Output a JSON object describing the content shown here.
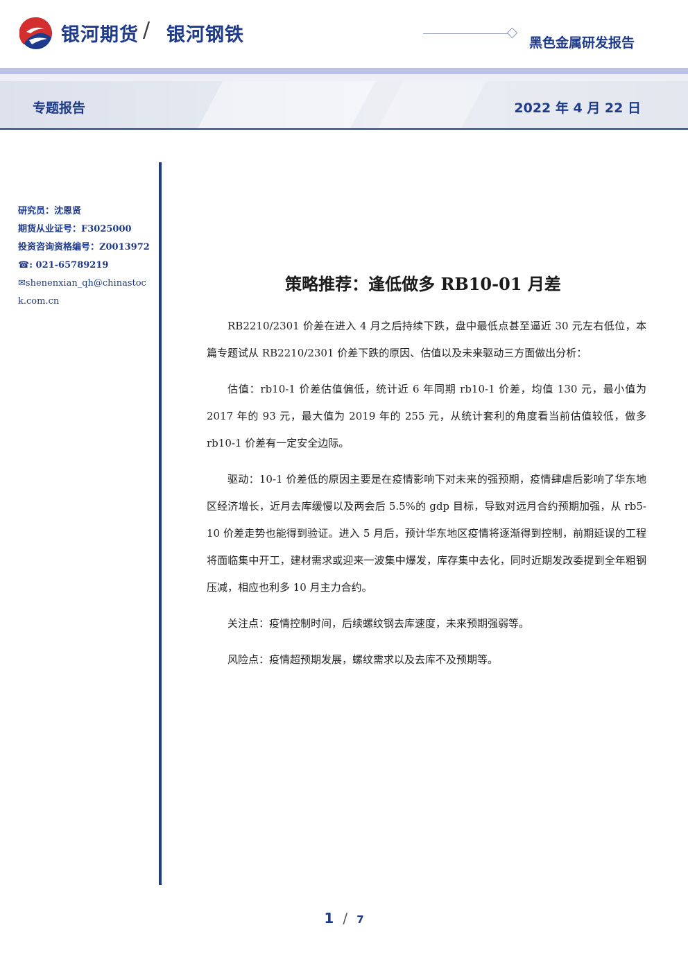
{
  "header": {
    "brand_primary": "银河期货",
    "brand_separator": "/",
    "brand_secondary": "银河钢铁",
    "report_type": "黑色金属研发报告"
  },
  "subheader": {
    "section_label": "专题报告",
    "date": "2022 年 4 月 22 日"
  },
  "sidebar": {
    "researcher": "研究员：沈恩贤",
    "license": "期货从业证号：F3025000",
    "consulting_id": "投资咨询资格编号：Z0013972",
    "phone_symbol": "☎",
    "phone": ": 021-65789219",
    "email_symbol": "✉",
    "email": "shenenxian_qh@chinastock.com.cn"
  },
  "article": {
    "title": "策略推荐：逢低做多 RB10-01 月差",
    "paragraphs": [
      "RB2210/2301 价差在进入 4 月之后持续下跌，盘中最低点甚至逼近 30 元左右低位，本篇专题试从 RB2210/2301 价差下跌的原因、估值以及未来驱动三方面做出分析：",
      "估值：rb10-1 价差估值偏低，统计近 6 年同期 rb10-1 价差，均值 130 元，最小值为 2017 年的 93 元，最大值为 2019 年的 255 元，从统计套利的角度看当前估值较低，做多 rb10-1 价差有一定安全边际。",
      "驱动：10-1 价差低的原因主要是在疫情影响下对未来的强预期，疫情肆虐后影响了华东地区经济增长，近月去库缓慢以及两会后 5.5%的 gdp 目标，导致对远月合约预期加强，从 rb5-10 价差走势也能得到验证。进入 5 月后，预计华东地区疫情将逐渐得到控制，前期延误的工程将面临集中开工，建材需求或迎来一波集中爆发，库存集中去化，同时近期发改委提到全年粗钢压减，相应也利多 10 月主力合约。",
      "关注点：疫情控制时间，后续螺纹钢去库速度，未来预期强弱等。",
      "风险点：疫情超预期发展，螺纹需求以及去库不及预期等。"
    ]
  },
  "footer": {
    "current_page": "1",
    "page_separator": "/",
    "total_pages": "7"
  },
  "colors": {
    "brand_blue": "#1e3a8a",
    "brand_red": "#d32f2f",
    "band": "#bcc3e0"
  }
}
